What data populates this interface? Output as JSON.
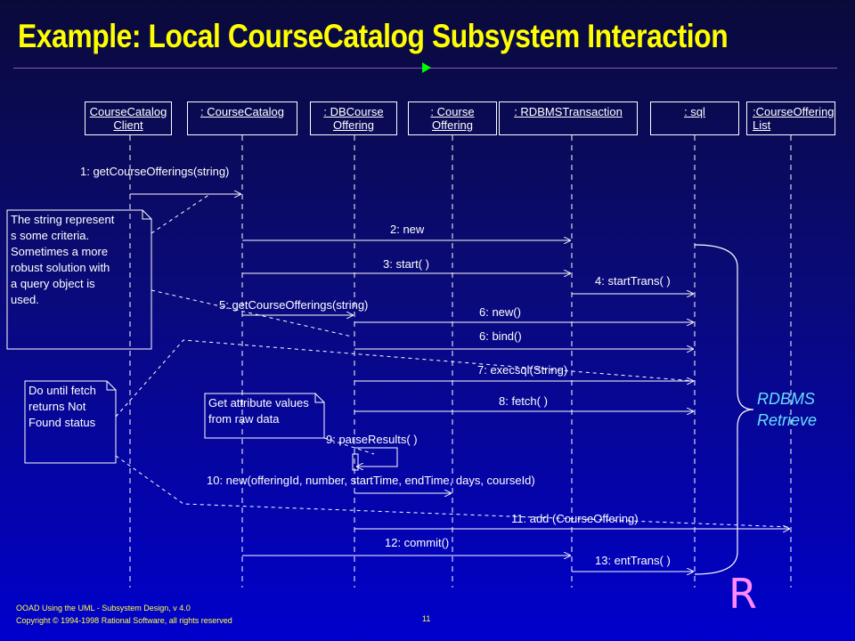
{
  "title": "Example: Local CourseCatalog Subsystem Interaction",
  "objects": [
    {
      "line1": "CourseCatalog",
      "line2": "Client"
    },
    {
      "line1": ": CourseCatalog",
      "line2": ""
    },
    {
      "line1": ": DBCourse",
      "line2": "Offering"
    },
    {
      "line1": ": Course",
      "line2": "Offering"
    },
    {
      "line1": ": RDBMSTransaction",
      "line2": ""
    },
    {
      "line1": ": sql",
      "line2": ""
    },
    {
      "line1": ":CourseOffering",
      "line2": "List"
    }
  ],
  "messages": [
    "1: getCourseOfferings(string)",
    "2: new",
    "3: start( )",
    "4: startTrans( )",
    "5: getCourseOfferings(string)",
    "6: new()",
    "6: bind()",
    "7: execsql(String)",
    "8: fetch( )",
    "9: parseResults( )",
    "10: new(offeringId, number, startTime, endTime, days, courseId)",
    "11: add (CourseOffering)",
    "12: commit()",
    "13: entTrans( )"
  ],
  "notes": {
    "string_note": [
      "The string represent",
      "s some criteria.",
      "Sometimes a more",
      "robust solution with",
      "a query object is",
      "used."
    ],
    "fetch_note": [
      "Do until fetch",
      "returns Not",
      "Found status"
    ],
    "attr_note": [
      "Get attribute values",
      "from raw data"
    ]
  },
  "rdbms_label": [
    "RDBMS",
    "Retrieve"
  ],
  "logo": "R",
  "footer": {
    "line1": "OOAD Using the UML - Subsystem Design, v 4.0",
    "line2": "Copyright © 1994-1998 Rational Software, all rights reserved"
  },
  "page_number": "11",
  "colors": {
    "title": "#ffff00",
    "arrow": "#00ff00",
    "rdbms": "#66ddff",
    "logo": "#ff88ff",
    "footer": "#ffff44"
  }
}
